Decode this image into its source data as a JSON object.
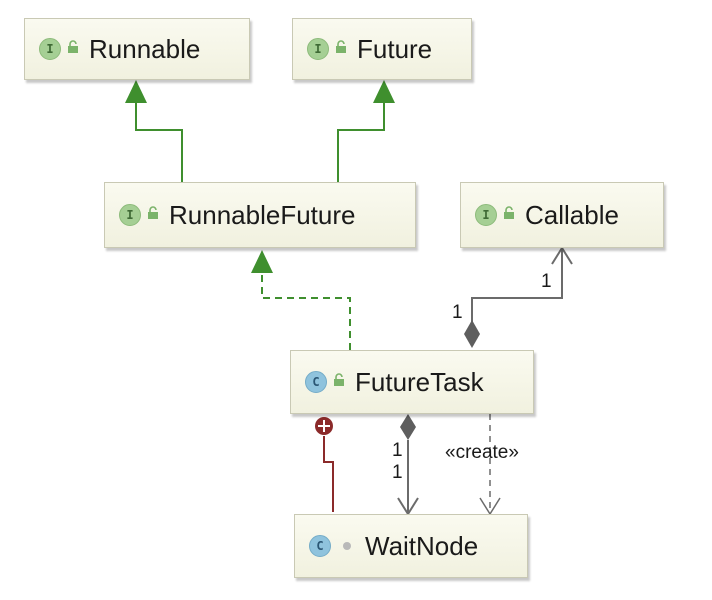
{
  "colors": {
    "inheritance": "#3f8f2e",
    "association": "#6b6b6b",
    "inner": "#8b2a2a",
    "interface_badge": "#a5cf94",
    "class_badge": "#8fc3dd"
  },
  "nodes": {
    "runnable": {
      "badge": "I",
      "name": "Runnable",
      "icon": "interface-icon"
    },
    "future": {
      "badge": "I",
      "name": "Future",
      "icon": "interface-icon"
    },
    "runnable_future": {
      "badge": "I",
      "name": "RunnableFuture",
      "icon": "interface-icon"
    },
    "callable": {
      "badge": "I",
      "name": "Callable",
      "icon": "interface-icon"
    },
    "future_task": {
      "badge": "C",
      "name": "FutureTask",
      "icon": "class-icon"
    },
    "wait_node": {
      "badge": "C",
      "name": "WaitNode",
      "icon": "static-class-icon"
    }
  },
  "edges": {
    "callable_multiplicity_source": "1",
    "callable_multiplicity_target": "1",
    "waitnode_multiplicity_source": "1",
    "waitnode_multiplicity_target": "1",
    "create_stereotype": "«create»"
  }
}
